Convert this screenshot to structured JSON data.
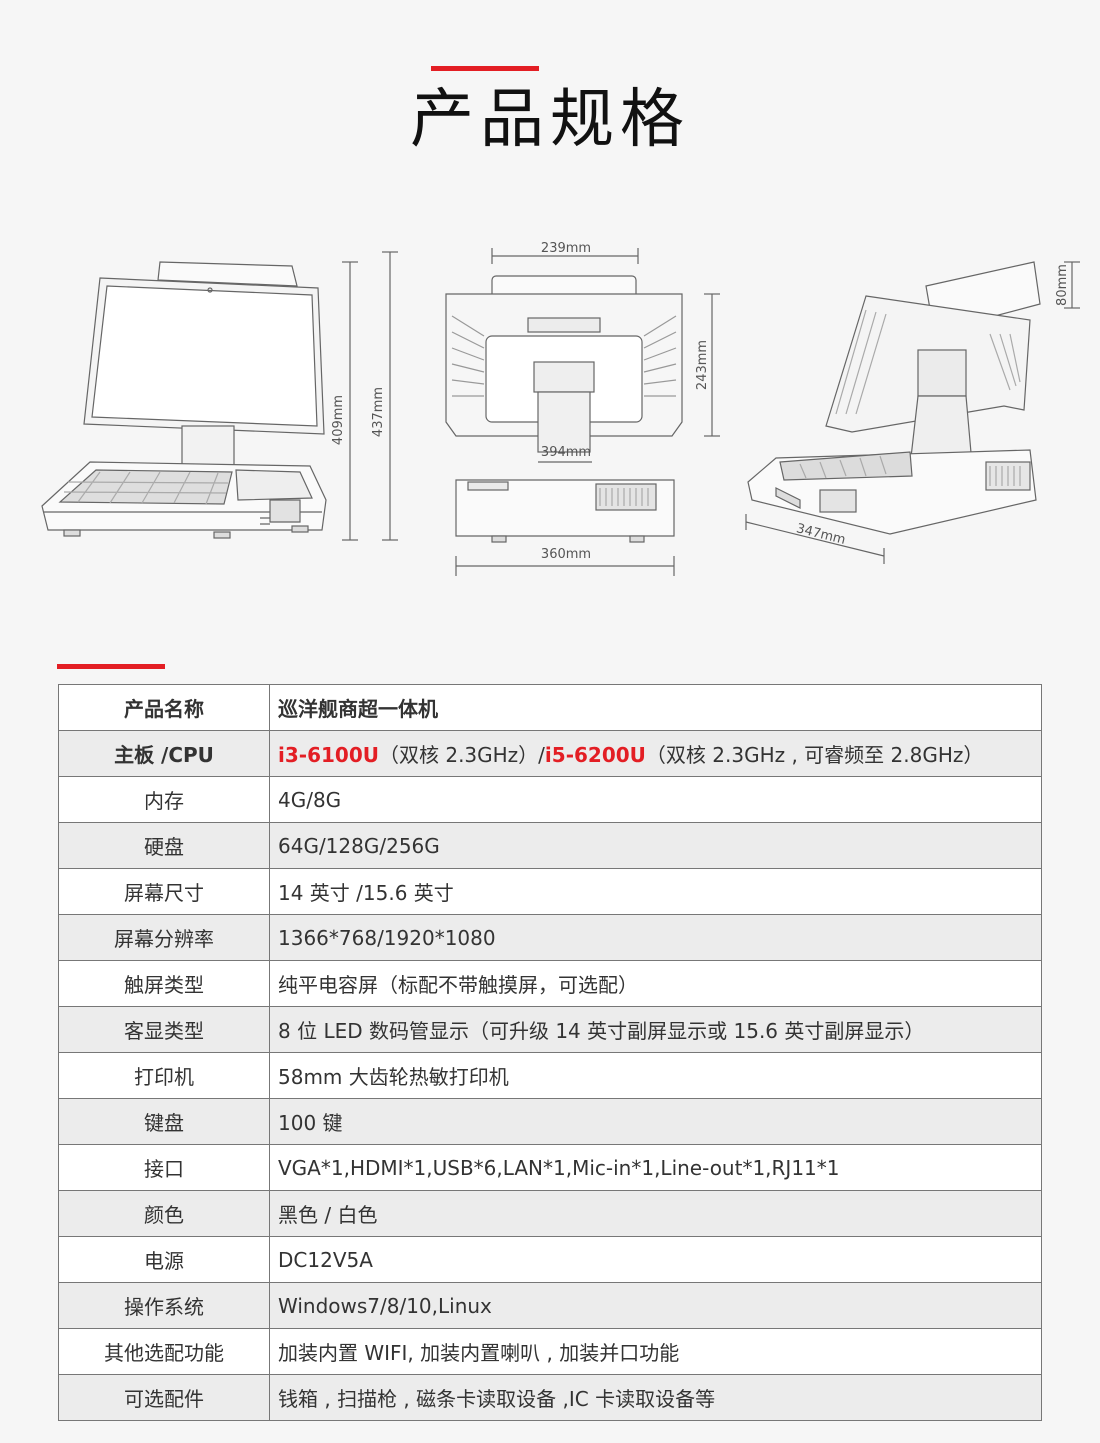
{
  "title": "产品规格",
  "dimensions": {
    "width_top": "239mm",
    "height_screen": "243mm",
    "depth_base": "394mm",
    "width_base": "360mm",
    "height_1": "409mm",
    "height_2": "437mm",
    "depth_side": "347mm",
    "height_cust": "80mm"
  },
  "specs": {
    "name": {
      "label": "产品名称",
      "value": "巡洋舰商超一体机"
    },
    "cpu": {
      "label": "主板 /CPU",
      "red1": "i3-6100U",
      "mid": "（双核 2.3GHz）/",
      "red2": "i5-6200U",
      "tail": "（双核 2.3GHz , 可睿频至 2.8GHz）"
    },
    "memory": {
      "label": "内存",
      "value": "4G/8G"
    },
    "disk": {
      "label": "硬盘",
      "value": "64G/128G/256G"
    },
    "screen": {
      "label": "屏幕尺寸",
      "value": "14 英寸 /15.6 英寸"
    },
    "resolution": {
      "label": "屏幕分辨率",
      "value": "1366*768/1920*1080"
    },
    "touch": {
      "label": "触屏类型",
      "value": "纯平电容屏（标配不带触摸屏，可选配）"
    },
    "customer": {
      "label": "客显类型",
      "value": "8 位 LED 数码管显示（可升级 14 英寸副屏显示或 15.6 英寸副屏显示）"
    },
    "printer": {
      "label": "打印机",
      "value": "58mm 大齿轮热敏打印机"
    },
    "keyboard": {
      "label": "键盘",
      "value": "100 键"
    },
    "ports": {
      "label": "接口",
      "value": "VGA*1,HDMI*1,USB*6,LAN*1,Mic-in*1,Line-out*1,RJ11*1"
    },
    "color": {
      "label": "颜色",
      "value": "黑色 / 白色"
    },
    "power": {
      "label": "电源",
      "value": "DC12V5A"
    },
    "os": {
      "label": "操作系统",
      "value": "Windows7/8/10,Linux"
    },
    "options": {
      "label": "其他选配功能",
      "value": "加装内置 WIFI, 加装内置喇叭 , 加装并口功能"
    },
    "accessory": {
      "label": "可选配件",
      "value": "钱箱 , 扫描枪 , 磁条卡读取设备 ,IC 卡读取设备等"
    }
  },
  "colors": {
    "accent": "#e31e24",
    "border": "#777777"
  }
}
